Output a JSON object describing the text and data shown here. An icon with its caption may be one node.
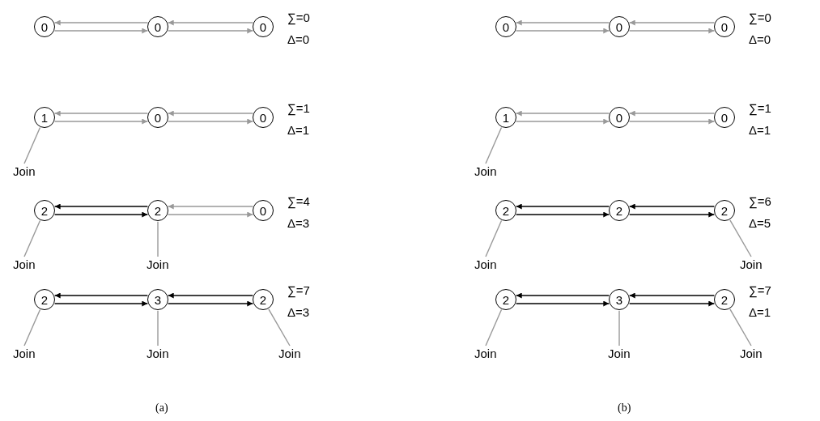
{
  "diagram": {
    "nodes": [
      {
        "text": [
          "0"
        ]
      },
      {
        "text": [
          "0"
        ]
      },
      {
        "text": [
          "0"
        ]
      },
      {
        "text": [
          "1"
        ]
      },
      {
        "text": [
          "0"
        ]
      },
      {
        "text": [
          "0"
        ]
      },
      {
        "text": [
          "Join"
        ]
      },
      {
        "text": [
          "2"
        ]
      },
      {
        "text": [
          "2"
        ]
      },
      {
        "text": [
          "0"
        ]
      },
      {
        "text": [
          "Join"
        ]
      },
      {
        "text": [
          "Join"
        ]
      },
      {
        "text": [
          "2"
        ]
      },
      {
        "text": [
          "3"
        ]
      },
      {
        "text": [
          "2"
        ]
      },
      {
        "text": [
          "Join"
        ]
      },
      {
        "text": [
          "Join"
        ]
      },
      {
        "text": [
          "Join"
        ]
      },
      {
        "text": [
          "0"
        ]
      },
      {
        "text": [
          "0"
        ]
      },
      {
        "text": [
          "0"
        ]
      },
      {
        "text": [
          "1"
        ]
      },
      {
        "text": [
          "0"
        ]
      },
      {
        "text": [
          "0"
        ]
      },
      {
        "text": [
          "Join"
        ]
      },
      {
        "text": [
          "2"
        ]
      },
      {
        "text": [
          "2"
        ]
      },
      {
        "text": [
          "2"
        ]
      },
      {
        "text": [
          "Join"
        ]
      },
      {
        "text": [
          "Join"
        ]
      },
      {
        "text": [
          "2"
        ]
      },
      {
        "text": [
          "3"
        ]
      },
      {
        "text": [
          "2"
        ]
      },
      {
        "text": [
          "Join"
        ]
      },
      {
        "text": [
          "Join"
        ]
      },
      {
        "text": [
          "Join"
        ]
      }
    ],
    "edges": [
      {
        "from": 1,
        "to": 0,
        "arrow": "to"
      },
      {
        "from": 0,
        "to": 1,
        "arrow": "to"
      },
      {
        "from": 2,
        "to": 1,
        "arrow": "to"
      },
      {
        "from": 1,
        "to": 2,
        "arrow": "to"
      },
      {
        "from": 4,
        "to": 3,
        "arrow": "to"
      },
      {
        "from": 3,
        "to": 4,
        "arrow": "to"
      },
      {
        "from": 5,
        "to": 4,
        "arrow": "to"
      },
      {
        "from": 4,
        "to": 5,
        "arrow": "to"
      },
      {
        "from": 6,
        "to": 3,
        "arrow": "none"
      },
      {
        "from": 8,
        "to": 7,
        "arrow": "to",
        "color": "#000000"
      },
      {
        "from": 7,
        "to": 8,
        "arrow": "to",
        "color": "#000000"
      },
      {
        "from": 9,
        "to": 8,
        "arrow": "to"
      },
      {
        "from": 8,
        "to": 9,
        "arrow": "to"
      },
      {
        "from": 10,
        "to": 7,
        "arrow": "none"
      },
      {
        "from": 11,
        "to": 8,
        "arrow": "none"
      },
      {
        "from": 13,
        "to": 12,
        "arrow": "to",
        "color": "#000000"
      },
      {
        "from": 12,
        "to": 13,
        "arrow": "to",
        "color": "#000000"
      },
      {
        "from": 14,
        "to": 13,
        "arrow": "to",
        "color": "#000000"
      },
      {
        "from": 13,
        "to": 14,
        "arrow": "to",
        "color": "#000000"
      },
      {
        "from": 15,
        "to": 12,
        "arrow": "none"
      },
      {
        "from": 16,
        "to": 13,
        "arrow": "none"
      },
      {
        "from": 17,
        "to": 14,
        "arrow": "none"
      },
      {
        "from": 19,
        "to": 18,
        "arrow": "to"
      },
      {
        "from": 18,
        "to": 19,
        "arrow": "to"
      },
      {
        "from": 20,
        "to": 19,
        "arrow": "to"
      },
      {
        "from": 19,
        "to": 20,
        "arrow": "to"
      },
      {
        "from": 22,
        "to": 21,
        "arrow": "to"
      },
      {
        "from": 21,
        "to": 22,
        "arrow": "to"
      },
      {
        "from": 23,
        "to": 22,
        "arrow": "to"
      },
      {
        "from": 22,
        "to": 23,
        "arrow": "to"
      },
      {
        "from": 24,
        "to": 21,
        "arrow": "none"
      },
      {
        "from": 26,
        "to": 25,
        "arrow": "to",
        "color": "#000000"
      },
      {
        "from": 25,
        "to": 26,
        "arrow": "to",
        "color": "#000000"
      },
      {
        "from": 27,
        "to": 26,
        "arrow": "to",
        "color": "#000000"
      },
      {
        "from": 26,
        "to": 27,
        "arrow": "to",
        "color": "#000000"
      },
      {
        "from": 28,
        "to": 25,
        "arrow": "none"
      },
      {
        "from": 29,
        "to": 27,
        "arrow": "none"
      },
      {
        "from": 31,
        "to": 30,
        "arrow": "to",
        "color": "#000000"
      },
      {
        "from": 30,
        "to": 31,
        "arrow": "to",
        "color": "#000000"
      },
      {
        "from": 32,
        "to": 31,
        "arrow": "to",
        "color": "#000000"
      },
      {
        "from": 31,
        "to": 32,
        "arrow": "to",
        "color": "#000000"
      },
      {
        "from": 33,
        "to": 30,
        "arrow": "none"
      },
      {
        "from": 34,
        "to": 31,
        "arrow": "none"
      },
      {
        "from": 35,
        "to": 32,
        "arrow": "none"
      }
    ],
    "labels": [
      "∑=0",
      "Δ=0",
      "∑=1",
      "Δ=1",
      "∑=4",
      "Δ=3",
      "∑=7",
      "Δ=3",
      "∑=0",
      "Δ=0",
      "∑=1",
      "Δ=1",
      "∑=6",
      "Δ=5",
      "∑=7",
      "Δ=1",
      "(a)",
      "(b)"
    ]
  }
}
